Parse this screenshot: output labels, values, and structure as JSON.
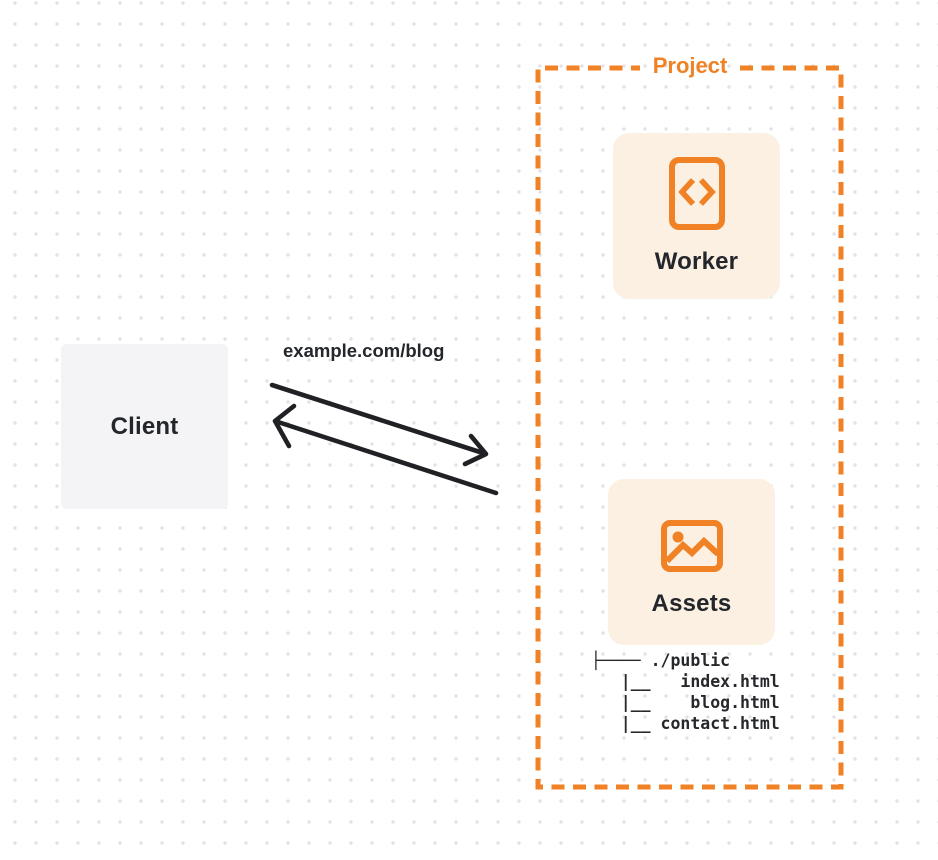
{
  "colors": {
    "accent": "#f08124",
    "card-bg": "#fbf0e2",
    "client-bg": "#f4f4f6",
    "heading": "#23262b",
    "arrow": "#202124",
    "dot": "#e2e2e6",
    "tree-text": "#26282b"
  },
  "client": {
    "label": "Client"
  },
  "request": {
    "url_label": "example.com/blog"
  },
  "project": {
    "title": "Project",
    "worker": {
      "label": "Worker",
      "icon": "code-document-icon"
    },
    "assets": {
      "label": "Assets",
      "icon": "image-icon",
      "file_tree": [
        "├──── ./public",
        "   |__   index.html",
        "   |__    blog.html",
        "   |__ contact.html"
      ]
    }
  }
}
